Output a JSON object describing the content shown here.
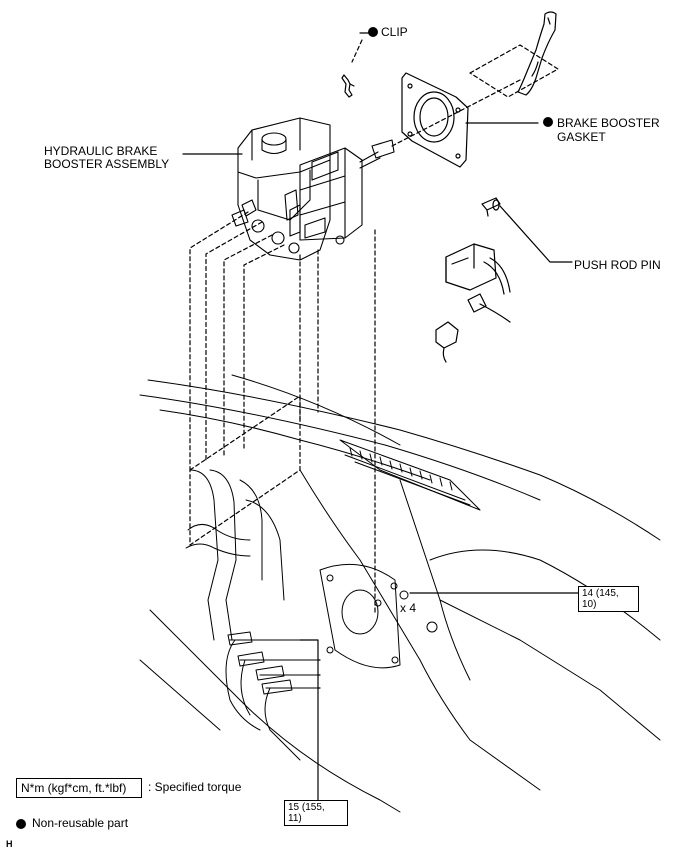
{
  "callouts": {
    "clip": "CLIP",
    "brake_booster_gasket_line1": "BRAKE BOOSTER",
    "brake_booster_gasket_line2": "GASKET",
    "hydraulic_line1": "HYDRAULIC BRAKE",
    "hydraulic_line2": "BOOSTER ASSEMBLY",
    "push_rod_pin": "PUSH ROD PIN",
    "quantity": "x 4"
  },
  "torques": {
    "nut_line1": "14 (145,",
    "nut_line2": "10)",
    "tube_line1": "15 (155,",
    "tube_line2": "11)"
  },
  "legend": {
    "torque_box": "N*m (kgf*cm, ft.*lbf)",
    "torque_desc": ": Specified torque",
    "non_reusable": "Non-reusable part"
  },
  "corner_mark": "H"
}
